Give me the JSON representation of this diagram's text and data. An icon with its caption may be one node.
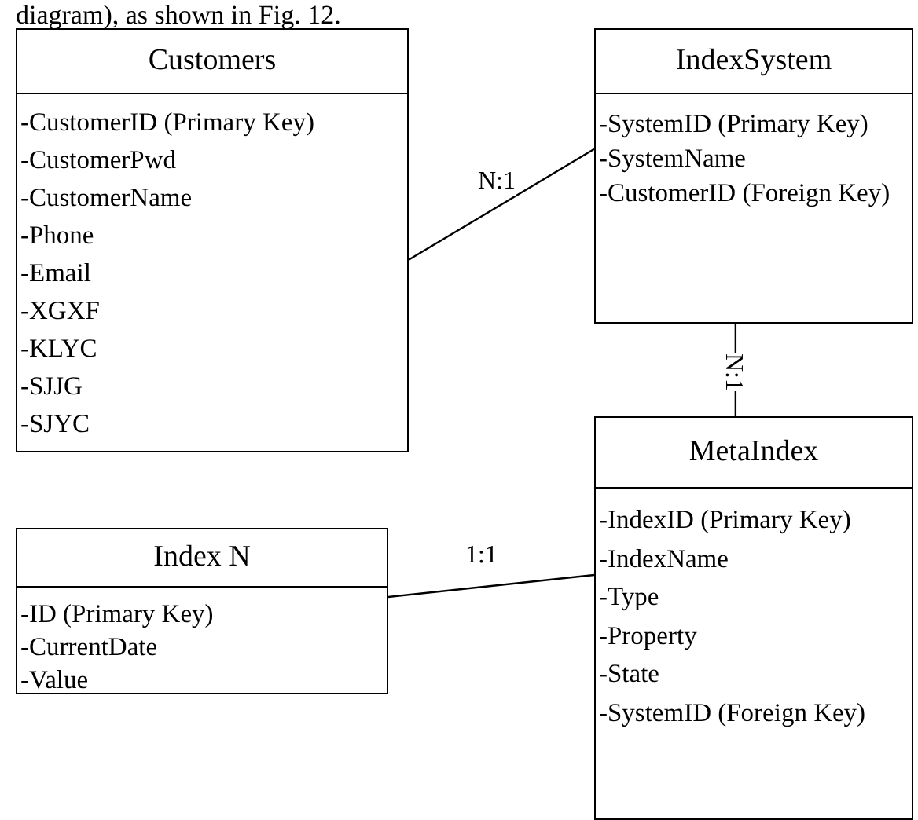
{
  "diagram": {
    "nodes": [
      {
        "text": [
          "Customers",
          "-CustomerID (Primary Key)",
          "-CustomerPwd",
          "-CustomerName",
          "-Phone",
          "-Email",
          "-XGXF",
          "-KLYC",
          "-SJJG",
          "-SJYC"
        ]
      },
      {
        "text": [
          "IndexSystem",
          "-SystemID (Primary Key)",
          "-SystemName",
          "-CustomerID (Foreign Key)"
        ]
      },
      {
        "text": [
          "Index N",
          "-ID (Primary Key)",
          "-CurrentDate",
          "-Value"
        ]
      },
      {
        "text": [
          "MetaIndex",
          "-IndexID (Primary Key)",
          "-IndexName",
          "-Type",
          "-Property",
          "-State",
          "-SystemID (Foreign Key)"
        ]
      }
    ],
    "edges": [
      {
        "from": 0,
        "to": 1,
        "arrow": "none",
        "label": "N:1"
      },
      {
        "from": 1,
        "to": 3,
        "arrow": "none",
        "label": "N:1"
      },
      {
        "from": 2,
        "to": 3,
        "arrow": "none",
        "label": "1:1"
      }
    ],
    "labels": [
      "diagram), as shown in Fig. 12."
    ]
  }
}
